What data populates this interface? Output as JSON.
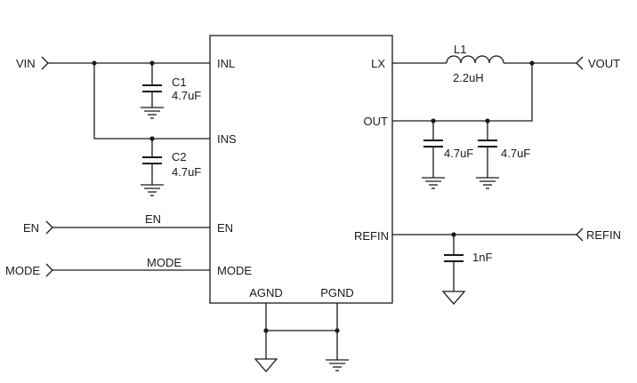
{
  "chip": {
    "pins": {
      "inl": "INL",
      "ins": "INS",
      "en": "EN",
      "mode": "MODE",
      "lx": "LX",
      "out": "OUT",
      "refin": "REFIN",
      "agnd": "AGND",
      "pgnd": "PGND"
    }
  },
  "ports": {
    "vin": "VIN",
    "en": "EN",
    "mode": "MODE",
    "vout": "VOUT",
    "refin": "REFIN"
  },
  "nets": {
    "en": "EN",
    "mode": "MODE"
  },
  "components": {
    "c1": {
      "ref": "C1",
      "value": "4.7uF"
    },
    "c2": {
      "ref": "C2",
      "value": "4.7uF"
    },
    "l1": {
      "ref": "L1",
      "value": "2.2uH"
    },
    "cout1": {
      "value": "4.7uF"
    },
    "cout2": {
      "value": "4.7uF"
    },
    "cref": {
      "value": "1nF"
    }
  }
}
